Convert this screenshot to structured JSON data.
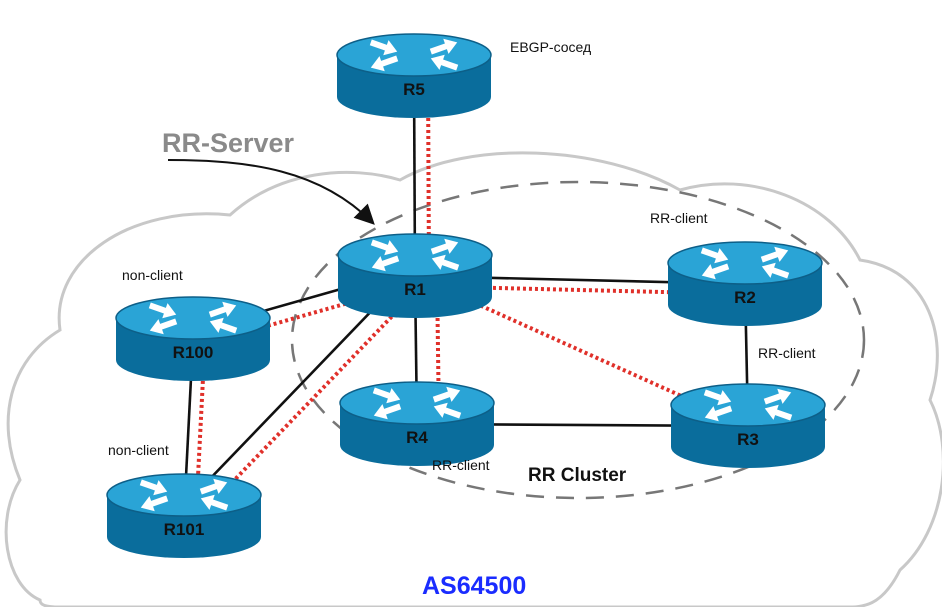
{
  "diagram": {
    "title": "AS64500",
    "cluster_label": "RR Cluster",
    "server_callout": "RR-Server",
    "ebgp_label": "EBGP-сосед",
    "colors": {
      "router_top": "#2aa4d6",
      "router_side": "#0a6d9c",
      "router_rim": "#0d5f88",
      "ibgp_session": "#e0302a",
      "physical_link": "#111111",
      "cloud_edge": "#c8c8c8",
      "title": "#1a2cff",
      "callout": "#8a8a8a"
    },
    "routers": [
      {
        "id": "R5",
        "label": "R5",
        "role": ""
      },
      {
        "id": "R1",
        "label": "R1",
        "role": ""
      },
      {
        "id": "R2",
        "label": "R2",
        "role": "RR-client"
      },
      {
        "id": "R3",
        "label": "R3",
        "role": "RR-client"
      },
      {
        "id": "R4",
        "label": "R4",
        "role": "RR-client"
      },
      {
        "id": "R100",
        "label": "R100",
        "role": "non-client"
      },
      {
        "id": "R101",
        "label": "R101",
        "role": "non-client"
      }
    ],
    "physical_links": [
      [
        "R5",
        "R1"
      ],
      [
        "R1",
        "R2"
      ],
      [
        "R2",
        "R3"
      ],
      [
        "R1",
        "R4"
      ],
      [
        "R4",
        "R3"
      ],
      [
        "R1",
        "R100"
      ],
      [
        "R1",
        "R101"
      ],
      [
        "R100",
        "R101"
      ]
    ],
    "bgp_sessions": [
      [
        "R5",
        "R1"
      ],
      [
        "R1",
        "R2"
      ],
      [
        "R1",
        "R3"
      ],
      [
        "R1",
        "R4"
      ],
      [
        "R1",
        "R100"
      ],
      [
        "R1",
        "R101"
      ],
      [
        "R100",
        "R101"
      ]
    ]
  }
}
